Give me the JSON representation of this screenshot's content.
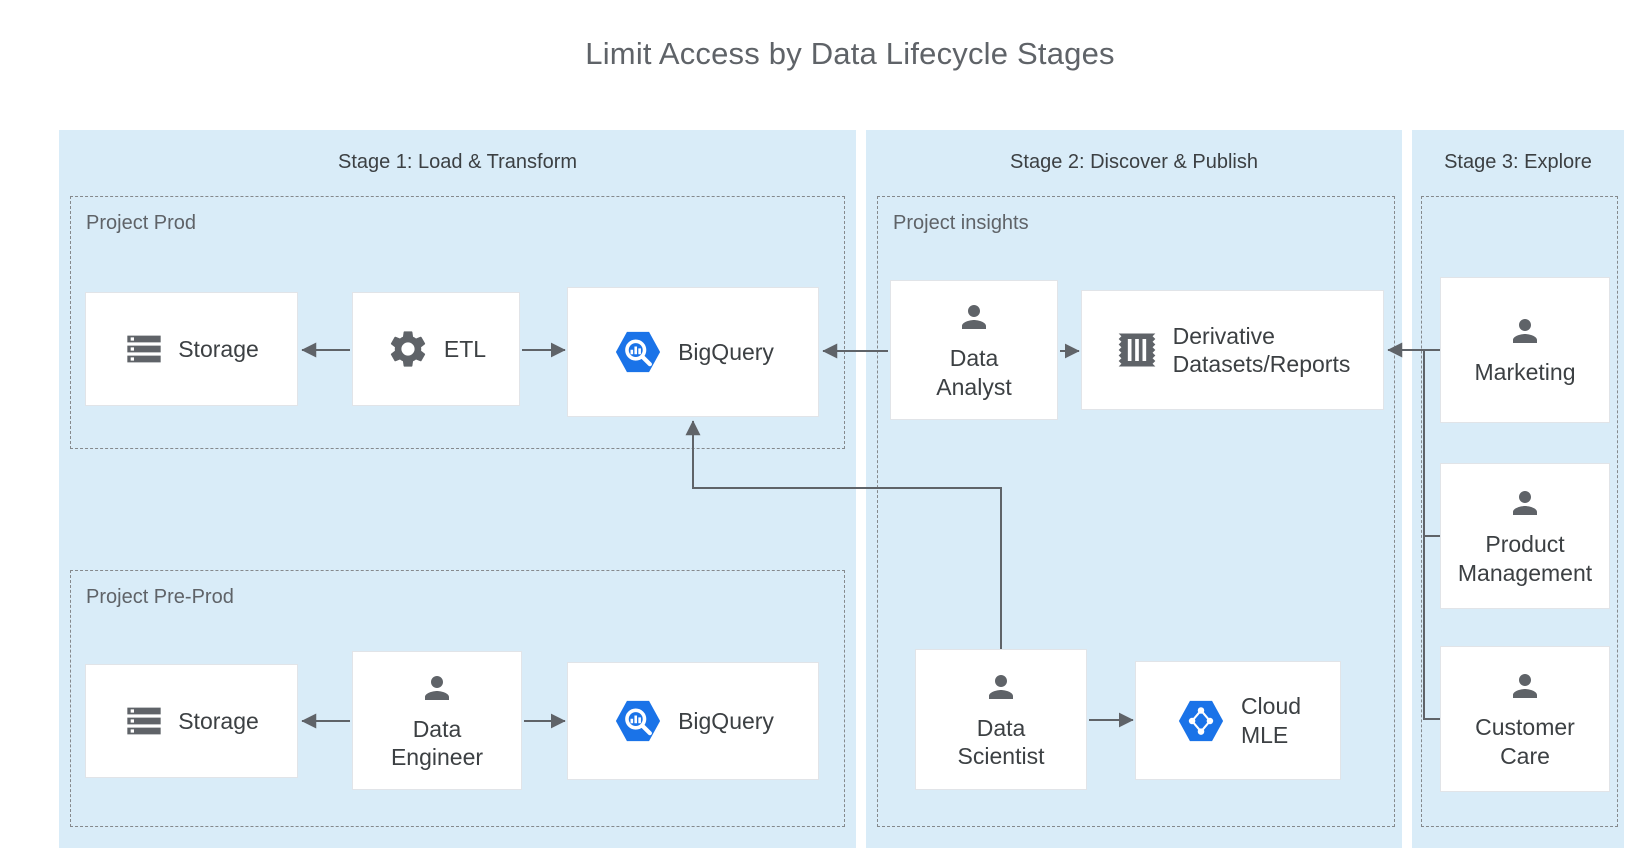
{
  "title": "Limit Access by Data Lifecycle Stages",
  "stages": [
    {
      "id": "stage1",
      "label": "Stage 1: Load & Transform"
    },
    {
      "id": "stage2",
      "label": "Stage 2: Discover & Publish"
    },
    {
      "id": "stage3",
      "label": "Stage 3: Explore"
    }
  ],
  "projects": [
    {
      "id": "prod",
      "label": "Project Prod"
    },
    {
      "id": "preprod",
      "label": "Project Pre-Prod"
    },
    {
      "id": "insights",
      "label": "Project insights"
    }
  ],
  "nodes": {
    "storage_prod": {
      "label": "Storage",
      "icon": "storage-icon"
    },
    "etl": {
      "label": "ETL",
      "icon": "gear-icon"
    },
    "bigquery_prod": {
      "label": "BigQuery",
      "icon": "bigquery-icon"
    },
    "storage_preprod": {
      "label": "Storage",
      "icon": "storage-icon"
    },
    "data_engineer": {
      "label": "Data\nEngineer",
      "icon": "person-icon"
    },
    "bigquery_preprod": {
      "label": "BigQuery",
      "icon": "bigquery-icon"
    },
    "data_analyst": {
      "label": "Data\nAnalyst",
      "icon": "person-icon"
    },
    "derivative": {
      "label": "Derivative\nDatasets/Reports",
      "icon": "report-icon"
    },
    "data_scientist": {
      "label": "Data\nScientist",
      "icon": "person-icon"
    },
    "cloud_mle": {
      "label": "Cloud\nMLE",
      "icon": "cloud-ml-icon"
    },
    "marketing": {
      "label": "Marketing",
      "icon": "person-icon"
    },
    "product_management": {
      "label": "Product\nManagement",
      "icon": "person-icon"
    },
    "customer_care": {
      "label": "Customer\nCare",
      "icon": "person-icon"
    }
  },
  "edges": [
    {
      "from": "etl",
      "to": "storage_prod"
    },
    {
      "from": "etl",
      "to": "bigquery_prod"
    },
    {
      "from": "data_engineer",
      "to": "storage_preprod"
    },
    {
      "from": "data_engineer",
      "to": "bigquery_preprod"
    },
    {
      "from": "data_analyst",
      "to": "bigquery_prod"
    },
    {
      "from": "data_analyst",
      "to": "derivative"
    },
    {
      "from": "data_scientist",
      "to": "bigquery_prod"
    },
    {
      "from": "data_scientist",
      "to": "cloud_mle"
    },
    {
      "from": "marketing",
      "to": "derivative"
    },
    {
      "from": "product_management",
      "to": "derivative"
    },
    {
      "from": "customer_care",
      "to": "derivative"
    }
  ],
  "colors": {
    "stage_bg": "#d9ecf8",
    "node_border": "#e1e4e8",
    "dashed_border": "#85898d",
    "line": "#5f6368",
    "icon_gray": "#5f6368",
    "brand_blue": "#1a73e8",
    "text": "#3c4043",
    "title_text": "#5f6368"
  }
}
